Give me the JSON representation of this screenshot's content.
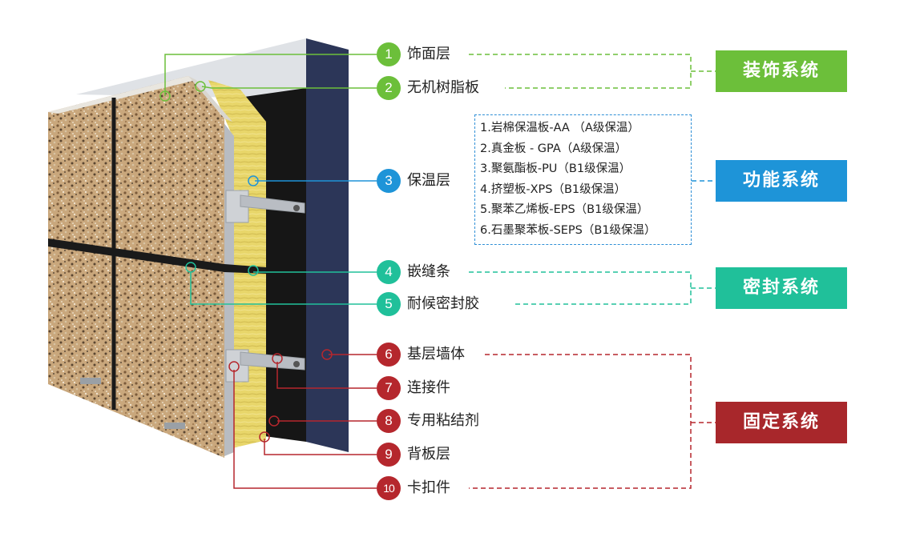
{
  "components": [
    {
      "num": "1",
      "label": "饰面层"
    },
    {
      "num": "2",
      "label": "无机树脂板"
    },
    {
      "num": "3",
      "label": "保温层"
    },
    {
      "num": "4",
      "label": "嵌缝条"
    },
    {
      "num": "5",
      "label": "耐候密封胶"
    },
    {
      "num": "6",
      "label": "基层墙体"
    },
    {
      "num": "7",
      "label": "连接件"
    },
    {
      "num": "8",
      "label": "专用粘结剂"
    },
    {
      "num": "9",
      "label": "背板层"
    },
    {
      "num": "10",
      "label": "卡扣件"
    }
  ],
  "insulation_options": [
    "1.岩棉保温板-AA （A级保温）",
    "2.真金板 - GPA（A级保温）",
    "3.聚氨酯板-PU（B1级保温）",
    "4.挤塑板-XPS（B1级保温）",
    "5.聚苯乙烯板-EPS（B1级保温）",
    "6.石墨聚苯板-SEPS（B1级保温）"
  ],
  "systems": [
    {
      "label": "装饰系统",
      "color": "#6cbf3a"
    },
    {
      "label": "功能系统",
      "color": "#1e94d8"
    },
    {
      "label": "密封系统",
      "color": "#20c09a"
    },
    {
      "label": "固定系统",
      "color": "#a8272b"
    }
  ],
  "colors": {
    "decor": "#6cbf3a",
    "function": "#1e94d8",
    "seal": "#20c09a",
    "fix": "#b5272d"
  }
}
